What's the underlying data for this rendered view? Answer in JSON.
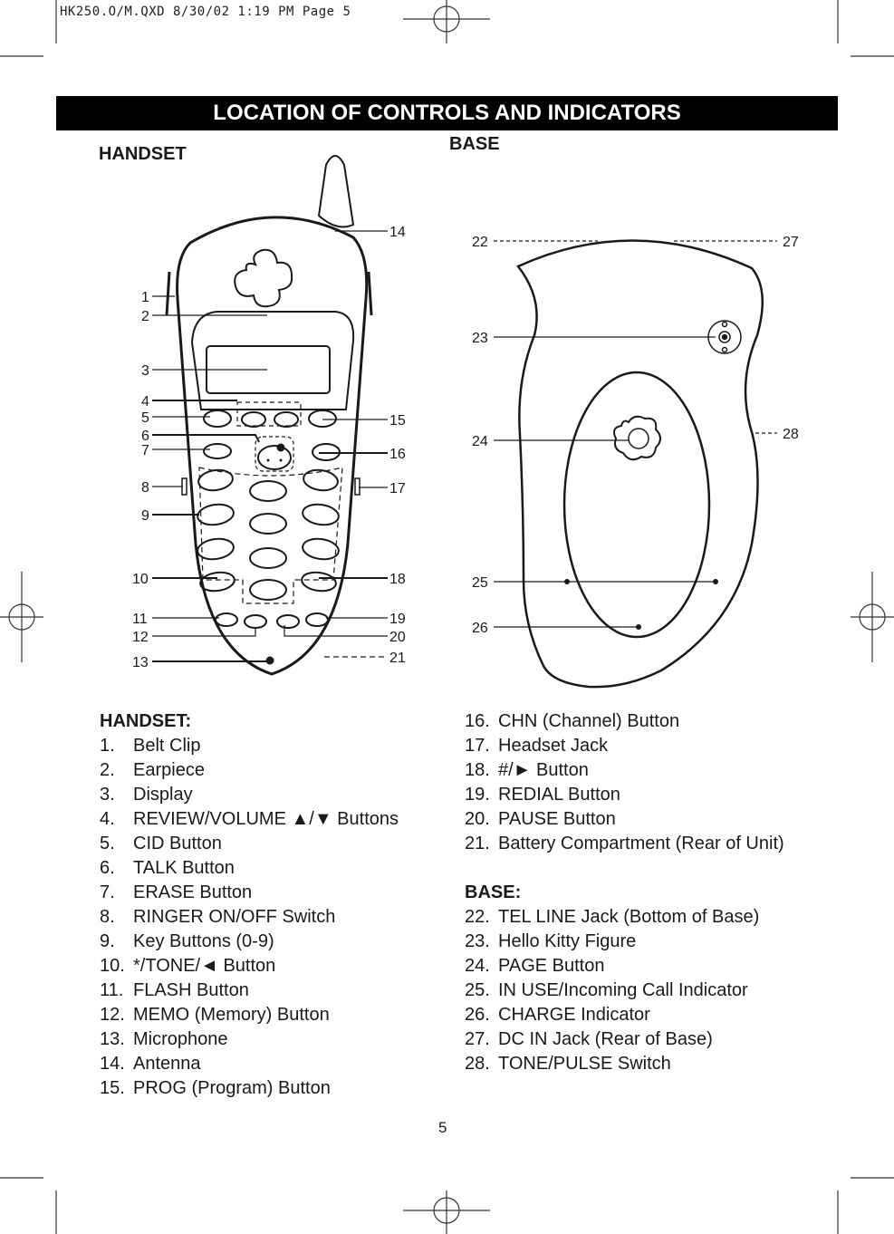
{
  "slug": "HK250.O/M.QXD   8/30/02   1:19 PM   Page 5",
  "title": "LOCATION OF CONTROLS AND INDICATORS",
  "handset_heading": "HANDSET",
  "base_heading": "BASE",
  "callouts": {
    "c1": "1",
    "c2": "2",
    "c3": "3",
    "c4": "4",
    "c5": "5",
    "c6": "6",
    "c7": "7",
    "c8": "8",
    "c9": "9",
    "c10": "10",
    "c11": "11",
    "c12": "12",
    "c13": "13",
    "c14": "14",
    "c15": "15",
    "c16": "16",
    "c17": "17",
    "c18": "18",
    "c19": "19",
    "c20": "20",
    "c21": "21",
    "c22": "22",
    "c23": "23",
    "c24": "24",
    "c25": "25",
    "c26": "26",
    "c27": "27",
    "c28": "28"
  },
  "left_list": {
    "heading": "HANDSET:",
    "items": [
      {
        "num": "1.",
        "label": "Belt Clip"
      },
      {
        "num": "2.",
        "label": "Earpiece"
      },
      {
        "num": "3.",
        "label": "Display"
      },
      {
        "num": "4.",
        "label": "REVIEW/VOLUME  ▲/▼ Buttons"
      },
      {
        "num": "5.",
        "label": "CID Button"
      },
      {
        "num": "6.",
        "label": "TALK Button"
      },
      {
        "num": "7.",
        "label": "ERASE Button"
      },
      {
        "num": "8.",
        "label": "RINGER ON/OFF Switch"
      },
      {
        "num": "9.",
        "label": "Key Buttons (0-9)"
      },
      {
        "num": "10.",
        "label": "*/TONE/◄ Button"
      },
      {
        "num": "11.",
        "label": "FLASH Button"
      },
      {
        "num": "12.",
        "label": "MEMO (Memory) Button"
      },
      {
        "num": "13.",
        "label": "Microphone"
      },
      {
        "num": "14.",
        "label": "Antenna"
      },
      {
        "num": "15.",
        "label": "PROG (Program) Button"
      }
    ]
  },
  "right_list": {
    "items_a": [
      {
        "num": "16.",
        "label": "CHN (Channel) Button"
      },
      {
        "num": "17.",
        "label": "Headset Jack"
      },
      {
        "num": "18.",
        "label": "#/► Button"
      },
      {
        "num": "19.",
        "label": "REDIAL Button"
      },
      {
        "num": "20.",
        "label": "PAUSE Button"
      },
      {
        "num": "21.",
        "label": "Battery Compartment (Rear of Unit)"
      }
    ],
    "heading": "BASE:",
    "items_b": [
      {
        "num": "22.",
        "label": "TEL LINE Jack (Bottom of Base)"
      },
      {
        "num": "23.",
        "label": "Hello Kitty Figure"
      },
      {
        "num": "24.",
        "label": "PAGE Button"
      },
      {
        "num": "25.",
        "label": "IN USE/Incoming Call Indicator"
      },
      {
        "num": "26.",
        "label": "CHARGE Indicator"
      },
      {
        "num": "27.",
        "label": "DC IN Jack (Rear of Base)"
      },
      {
        "num": "28.",
        "label": "TONE/PULSE Switch"
      }
    ]
  },
  "page_number": "5"
}
